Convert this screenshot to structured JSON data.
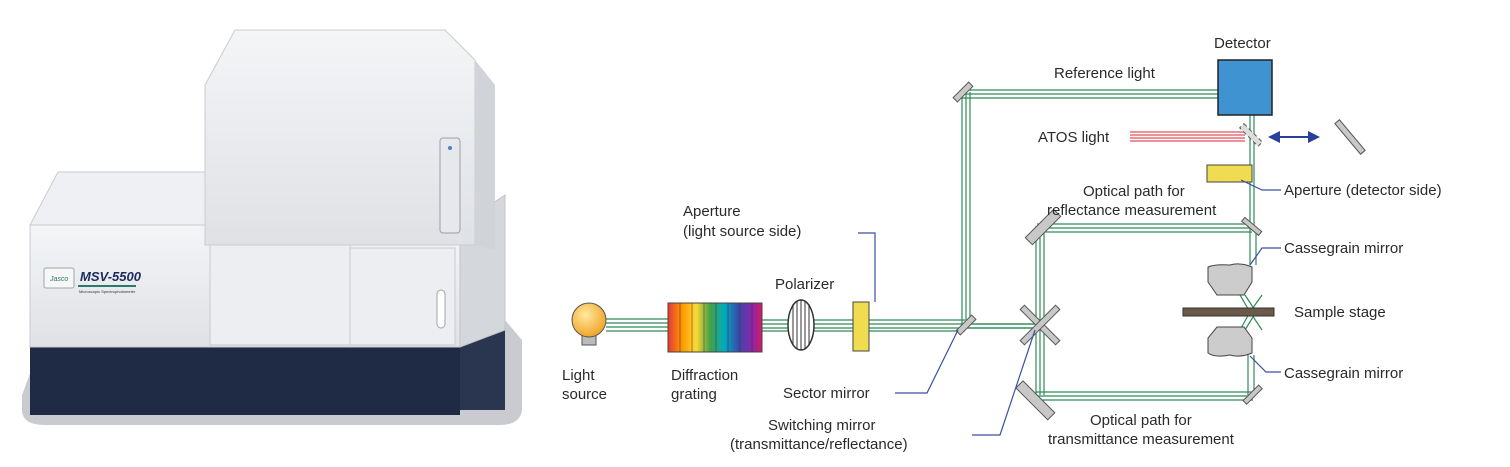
{
  "instrument": {
    "brand": "Jasco",
    "model": "MSV-5500",
    "subtitle": "Microscopic Spectrophotometer"
  },
  "diagram": {
    "labels": {
      "light_source": [
        "Light",
        "source"
      ],
      "diffraction_grating": [
        "Diffraction",
        "grating"
      ],
      "polarizer": "Polarizer",
      "aperture_source": [
        "Aperture",
        "(light source side)"
      ],
      "sector_mirror": "Sector mirror",
      "switching_mirror": [
        "Switching mirror",
        "(transmittance/reflectance)"
      ],
      "reference_light": "Reference light",
      "detector": "Detector",
      "atos_light": "ATOS light",
      "aperture_detector": "Aperture (detector side)",
      "reflectance_path": [
        "Optical path for",
        "reflectance measurement"
      ],
      "transmittance_path": [
        "Optical path for",
        "transmittance measurement"
      ],
      "cassegrain_top": "Cassegrain mirror",
      "sample_stage": "Sample stage",
      "cassegrain_bottom": "Cassegrain mirror"
    },
    "colors": {
      "beam": "#2e8b57",
      "atos": "#e0505a",
      "detector": "#3f93d0",
      "aperture": "#f0dc50",
      "leader": "#3a4fa0",
      "mirror": "#c8c8c8",
      "stage": "#6b5a4a"
    }
  }
}
